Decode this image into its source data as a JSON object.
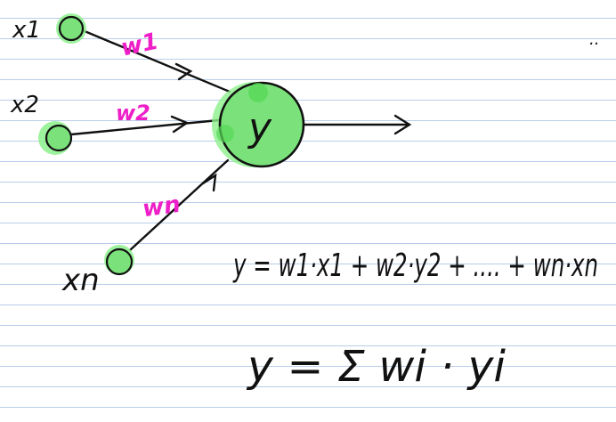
{
  "colors": {
    "node_fill": "#7be27b",
    "node_stroke": "#111111",
    "weight_text": "#ee1fc8",
    "ruled_lines": "#b9cdea",
    "ink": "#111111"
  },
  "diagram": {
    "inputs": [
      {
        "label": "x1"
      },
      {
        "label": "x2"
      },
      {
        "label": "xn"
      }
    ],
    "weights": [
      {
        "label": "w1"
      },
      {
        "label": "w2"
      },
      {
        "label": "wn"
      }
    ],
    "output_node": {
      "label": "y"
    },
    "corner_mark": ".."
  },
  "equations": {
    "expanded": "y = w1·x1 + w2·y2 + .... + wn·xn",
    "summation": "y = Σ wi · yi"
  }
}
